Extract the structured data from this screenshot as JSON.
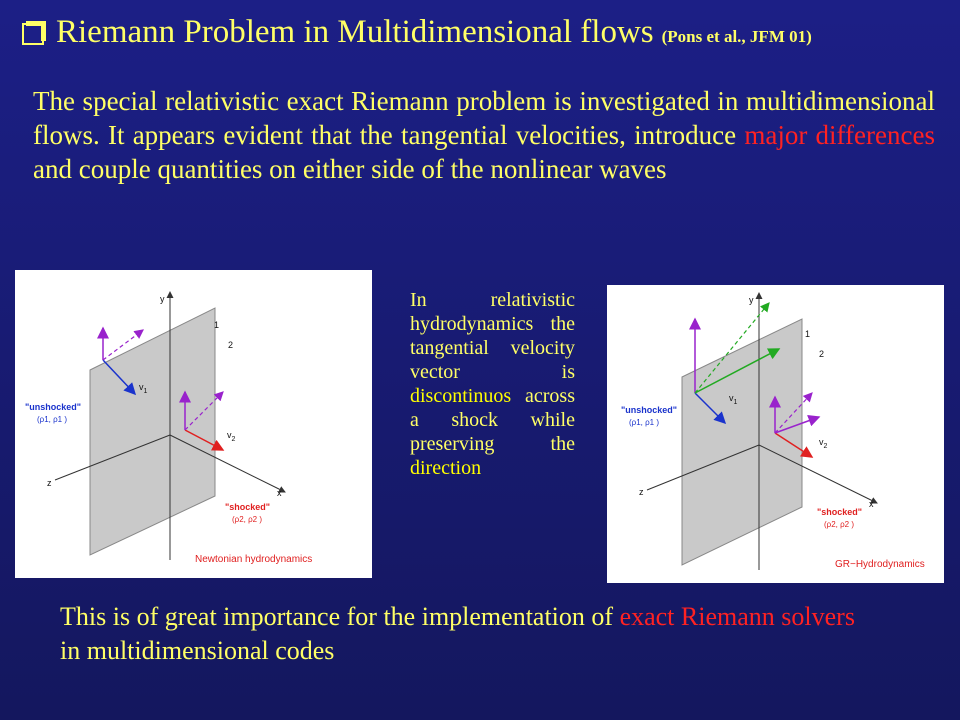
{
  "title": {
    "main": "Riemann Problem in Multidimensional flows",
    "citation": "(Pons et al., JFM 01)"
  },
  "intro": {
    "part1": "The special relativistic exact Riemann problem is investigated in multidimensional flows.  It appears evident that the tangential velocities, introduce ",
    "highlight": "major differences",
    "part2": " and couple quantities on either side of the nonlinear waves"
  },
  "figure_left": {
    "axis_y": "y",
    "axis_x": "x",
    "axis_z": "z",
    "label_region1": "1",
    "label_region2": "2",
    "label_v1": "v",
    "sub_v1": "1",
    "label_v2": "v",
    "sub_v2": "2",
    "unshocked": "\"unshocked\"",
    "unshocked_state": "(ρ1, ρ1 )",
    "shocked": "\"shocked\"",
    "shocked_state": "(ρ2, ρ2 )",
    "caption": "Newtonian hydrodynamics"
  },
  "figure_right": {
    "axis_y": "y",
    "axis_x": "x",
    "axis_z": "z",
    "label_region1": "1",
    "label_region2": "2",
    "label_v1": "v",
    "sub_v1": "1",
    "label_v2": "v",
    "sub_v2": "2",
    "unshocked": "\"unshocked\"",
    "unshocked_state": "(ρ1, ρ1 )",
    "shocked": "\"shocked\"",
    "shocked_state": "(ρ2, ρ2 )",
    "caption": "GR−Hydrodynamics"
  },
  "side_text": {
    "part1": "In relativistic hydrodynamics the tangential velocity vector is ",
    "highlight1": "discontinuos",
    "part2": " across a shock while preserving the ",
    "highlight2": "direction"
  },
  "bottom_text": {
    "part1": "This is of great importance for the implementation of ",
    "highlight": "exact Riemann solvers",
    "part2": " in multidimensional codes"
  },
  "colors": {
    "background": "#1c1f86",
    "text": "#ffff66",
    "highlight_red": "#ff2222",
    "vector_blue": "#1a33cc",
    "vector_red": "#e02020",
    "vector_purple": "#9922cc",
    "vector_green": "#22aa22"
  }
}
